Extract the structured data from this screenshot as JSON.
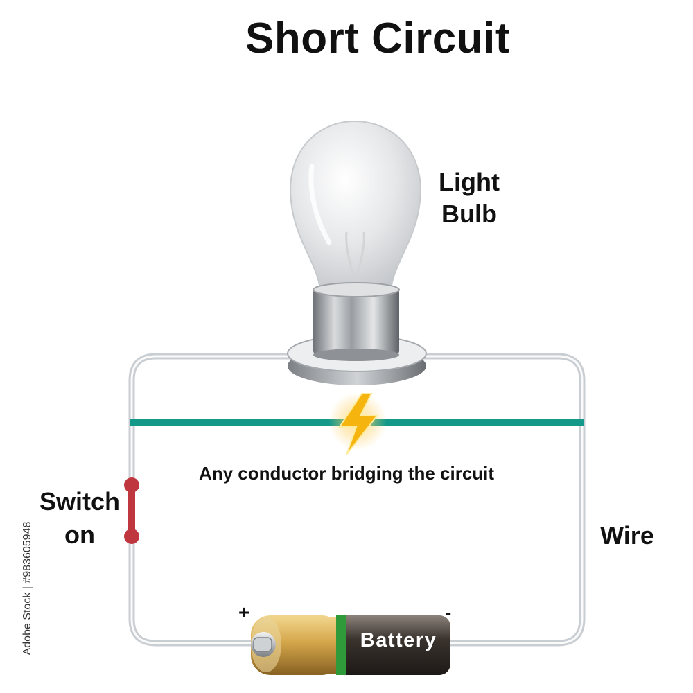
{
  "title": "Short Circuit",
  "labels": {
    "light_bulb_line1": "Light",
    "light_bulb_line2": "Bulb",
    "bridge": "Any conductor bridging the circuit",
    "switch_line1": "Switch",
    "switch_line2": "on",
    "wire": "Wire",
    "battery": "Battery",
    "battery_plus": "+",
    "battery_minus": "-"
  },
  "watermark": "Adobe Stock | #983605948",
  "colors": {
    "wire": "#c9ced3",
    "bridge": "#13988a",
    "switch": "#c0363e",
    "spark": "#f6b40e",
    "battery_gold": "#d4a64a",
    "battery_dark": "#3a332e",
    "battery_band": "#2f9a3a"
  },
  "icons": {
    "spark": "lightning-bolt-icon"
  }
}
